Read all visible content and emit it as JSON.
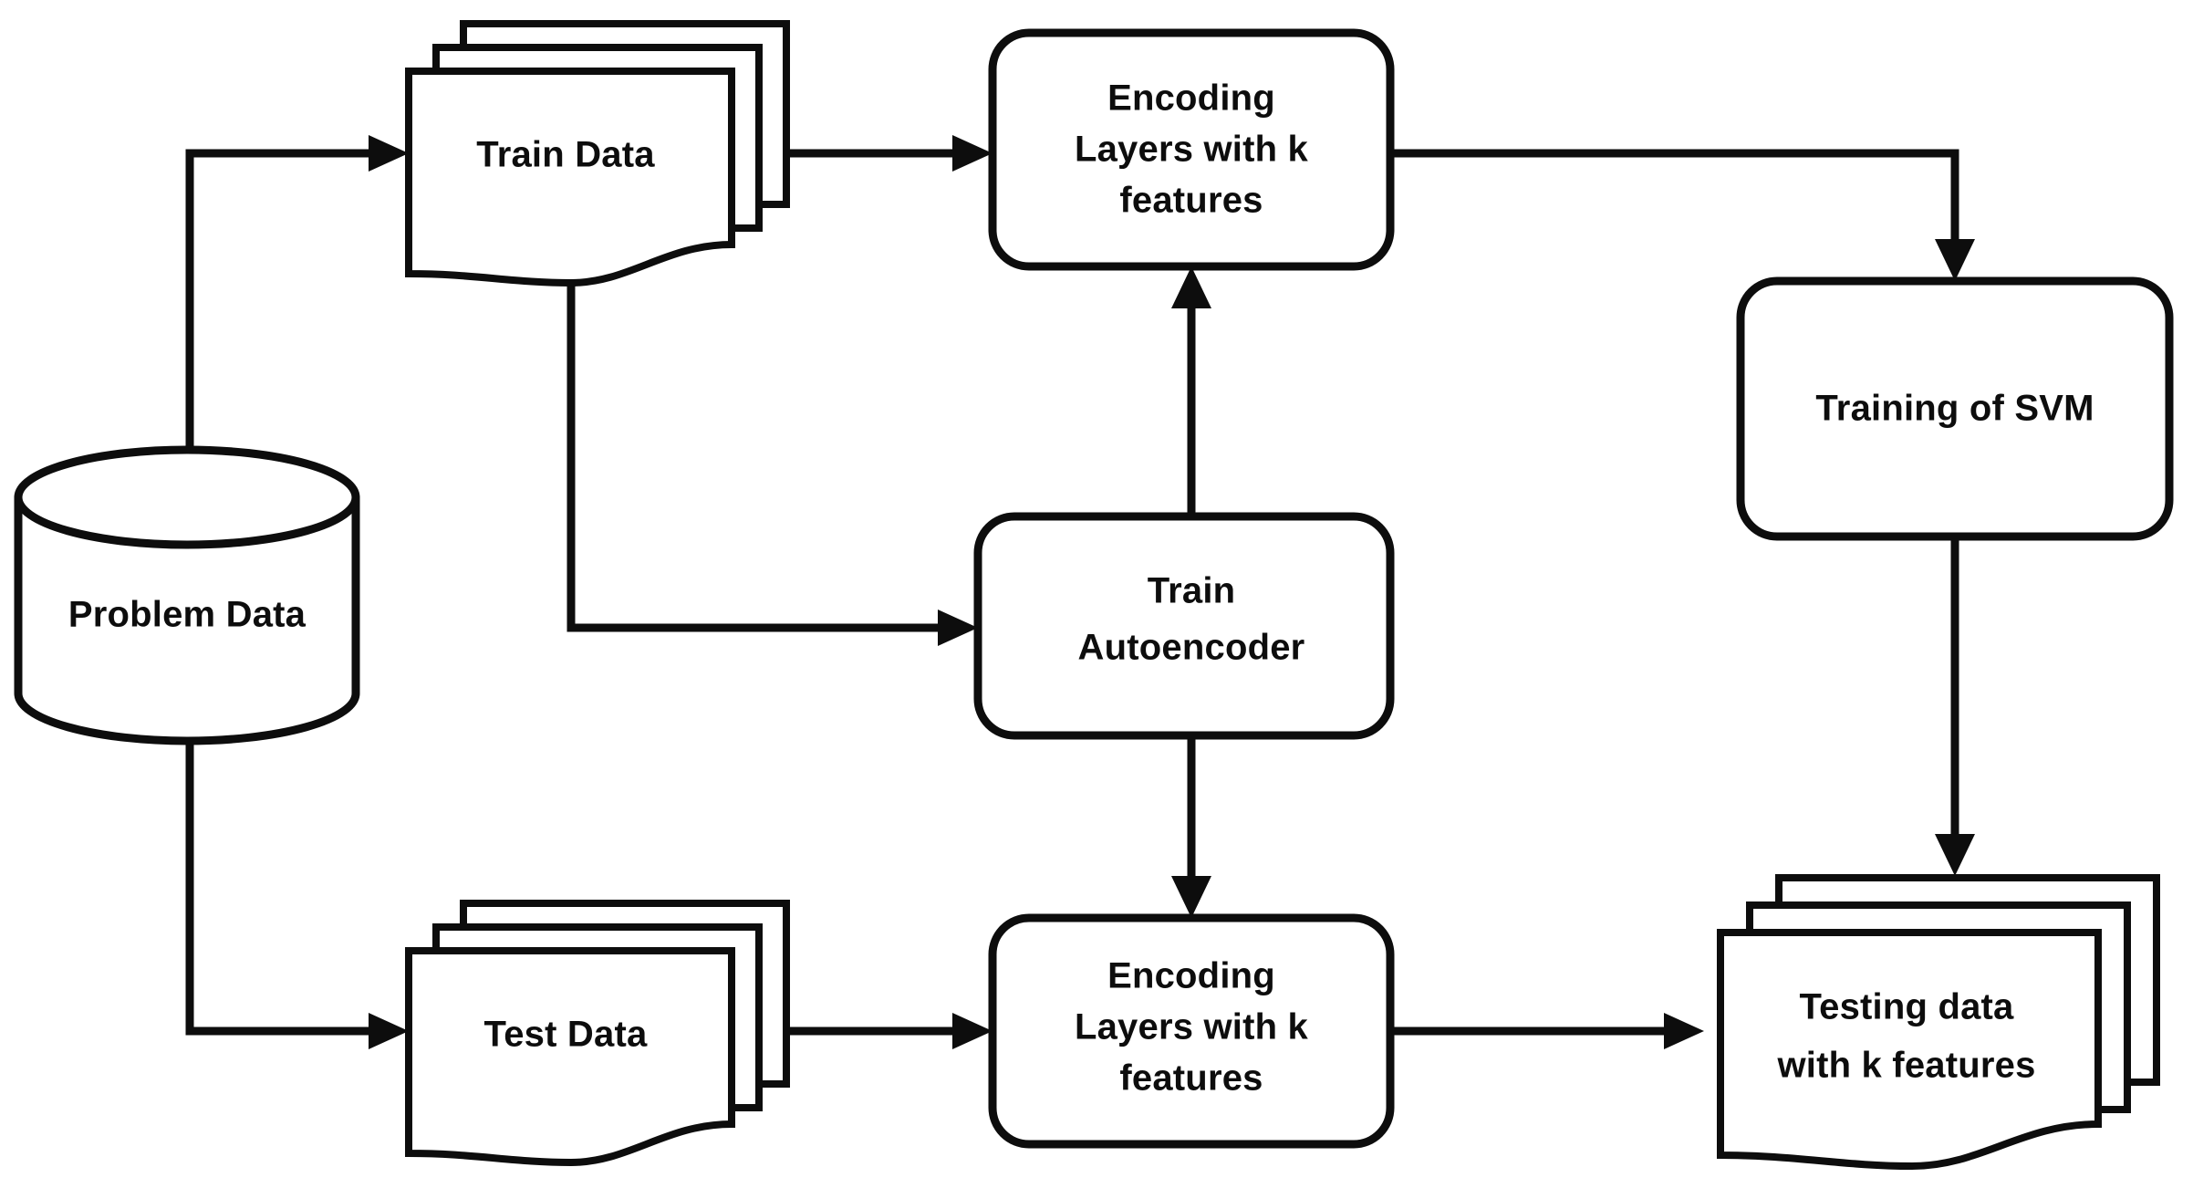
{
  "diagram": {
    "title": "Autoencoder feature extraction and SVM classification pipeline",
    "background_color": "#ffffff",
    "line_color": "#0d0d0d",
    "fill_color": "#ffffff",
    "nodes": {
      "problem_data": {
        "label": "Problem Data",
        "shape": "cylinder"
      },
      "train_data": {
        "label": "Train Data",
        "shape": "multi-document"
      },
      "test_data": {
        "label": "Test Data",
        "shape": "multi-document"
      },
      "encoding_top": {
        "shape": "rounded-rectangle",
        "line1": "Encoding",
        "line2": "Layers with k",
        "line3": "features"
      },
      "train_autoencoder": {
        "shape": "rounded-rectangle",
        "line1": "Train",
        "line2": "Autoencoder"
      },
      "encoding_bottom": {
        "shape": "rounded-rectangle",
        "line1": "Encoding",
        "line2": "Layers with k",
        "line3": "features"
      },
      "training_svm": {
        "label": "Training of SVM",
        "shape": "rounded-rectangle"
      },
      "testing_data": {
        "shape": "multi-document",
        "line1": "Testing data",
        "line2": "with k features"
      }
    },
    "edges": [
      {
        "from": "problem_data",
        "to": "train_data",
        "style": "elbow-up-right",
        "arrow": true
      },
      {
        "from": "problem_data",
        "to": "test_data",
        "style": "elbow-down-right",
        "arrow": true
      },
      {
        "from": "train_data",
        "to": "encoding_top",
        "style": "straight-right",
        "arrow": true
      },
      {
        "from": "train_data",
        "to": "train_autoencoder",
        "style": "elbow-down-right",
        "arrow": true
      },
      {
        "from": "train_autoencoder",
        "to": "encoding_top",
        "style": "straight-up",
        "arrow": true
      },
      {
        "from": "train_autoencoder",
        "to": "encoding_bottom",
        "style": "straight-down",
        "arrow": true
      },
      {
        "from": "encoding_top",
        "to": "training_svm",
        "style": "elbow-right-down",
        "arrow": true
      },
      {
        "from": "test_data",
        "to": "encoding_bottom",
        "style": "straight-right",
        "arrow": true
      },
      {
        "from": "encoding_bottom",
        "to": "testing_data",
        "style": "straight-right",
        "arrow": true
      },
      {
        "from": "training_svm",
        "to": "testing_data",
        "style": "straight-down",
        "arrow": true
      }
    ]
  }
}
